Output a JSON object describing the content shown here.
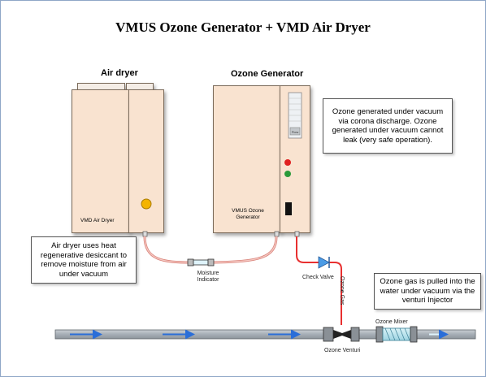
{
  "title": "VMUS Ozone Generator + VMD Air Dryer",
  "air_dryer": {
    "heading": "Air dryer",
    "label": "VMD Air Dryer",
    "note": "Air dryer uses heat regenerative desiccant to remove moisture from air under vacuum"
  },
  "ozone_generator": {
    "heading": "Ozone Generator",
    "label": "VMUS Ozone Generator",
    "gauge_label": "Flow",
    "note": "Ozone generated under vacuum via corona discharge.  Ozone generated under vacuum cannot leak (very safe operation)."
  },
  "moisture_indicator": {
    "label": "Moisture Indicator"
  },
  "check_valve": {
    "label": "Check Valve"
  },
  "ozone_gas": {
    "label": "Ozone Gas"
  },
  "injection_note": "Ozone gas is pulled into the water under vacuum via the venturi Injector",
  "ozone_mixer": {
    "label": "Ozone Mixer"
  },
  "ozone_venturi": {
    "label": "Ozone Venturi"
  },
  "colors": {
    "unit_fill": "#f9e3d0",
    "tubing": "#e8a098",
    "ozone_line": "#e83030",
    "water_pipe": "#a6aeb6",
    "flow_arrow": "#2a6ed8",
    "indicator_amber": "#f4b400",
    "indicator_red": "#e02020",
    "indicator_green": "#2a9a3a"
  }
}
